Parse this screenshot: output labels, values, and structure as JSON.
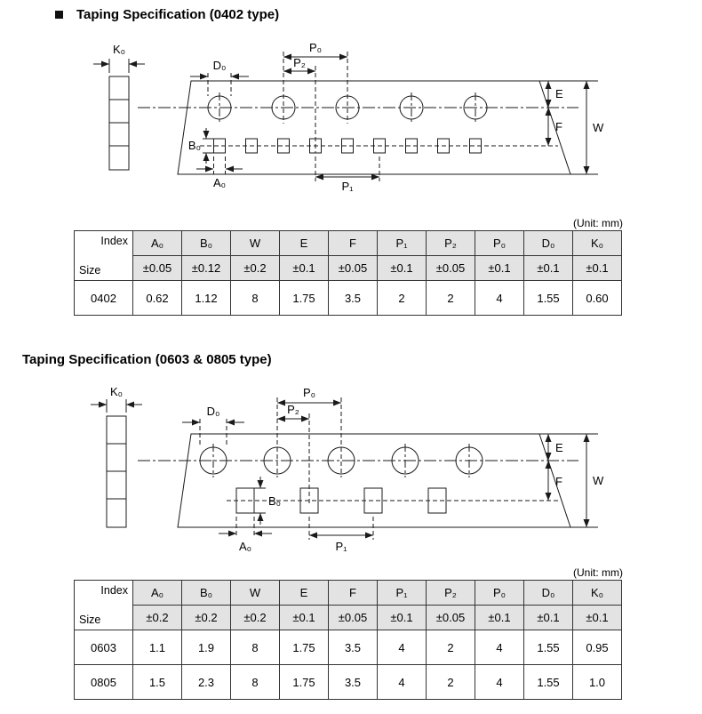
{
  "sections": [
    {
      "heading": "Taping Specification (0402 type)",
      "unit_note": "(Unit: mm)"
    },
    {
      "heading": "Taping Specification (0603 & 0805 type)",
      "unit_note": "(Unit: mm)"
    }
  ],
  "diagram_labels": {
    "k0": "K₀",
    "d0": "D₀",
    "p0": "P₀",
    "p2": "P₂",
    "p1": "P₁",
    "b0": "B₀",
    "a0": "A₀",
    "e": "E",
    "f": "F",
    "w": "W"
  },
  "table1": {
    "corner_top": "Index",
    "corner_bottom": "Size",
    "columns": [
      "A₀",
      "B₀",
      "W",
      "E",
      "F",
      "P₁",
      "P₂",
      "P₀",
      "D₀",
      "K₀"
    ],
    "tolerances": [
      "±0.05",
      "±0.12",
      "±0.2",
      "±0.1",
      "±0.05",
      "±0.1",
      "±0.05",
      "±0.1",
      "±0.1",
      "±0.1"
    ],
    "rows": [
      {
        "size": "0402",
        "values": [
          "0.62",
          "1.12",
          "8",
          "1.75",
          "3.5",
          "2",
          "2",
          "4",
          "1.55",
          "0.60"
        ]
      }
    ]
  },
  "table2": {
    "corner_top": "Index",
    "corner_bottom": "Size",
    "columns": [
      "A₀",
      "B₀",
      "W",
      "E",
      "F",
      "P₁",
      "P₂",
      "P₀",
      "D₀",
      "K₀"
    ],
    "tolerances": [
      "±0.2",
      "±0.2",
      "±0.2",
      "±0.1",
      "±0.05",
      "±0.1",
      "±0.05",
      "±0.1",
      "±0.1",
      "±0.1"
    ],
    "rows": [
      {
        "size": "0603",
        "values": [
          "1.1",
          "1.9",
          "8",
          "1.75",
          "3.5",
          "4",
          "2",
          "4",
          "1.55",
          "0.95"
        ]
      },
      {
        "size": "0805",
        "values": [
          "1.5",
          "2.3",
          "8",
          "1.75",
          "3.5",
          "4",
          "2",
          "4",
          "1.55",
          "1.0"
        ]
      }
    ]
  }
}
